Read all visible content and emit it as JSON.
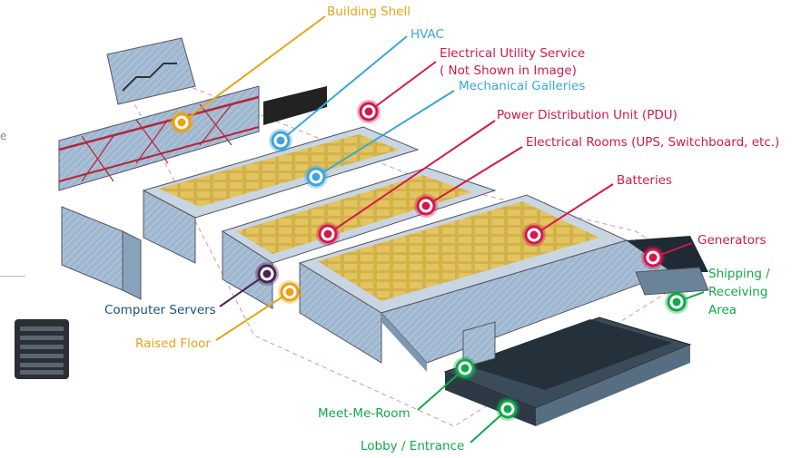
{
  "colors": {
    "orange": "#e8a317",
    "blue": "#3aa6db",
    "red": "#d2194c",
    "green": "#13a84a",
    "navy": "#1d4f7a",
    "darkpurple": "#4a2350"
  },
  "icons": {
    "thumbnail": "server-rack-icon",
    "marker": "target-ring-icon"
  },
  "callouts": [
    {
      "id": "building-shell",
      "label": "Building Shell",
      "color": "orange"
    },
    {
      "id": "hvac",
      "label": "HVAC",
      "color": "blue"
    },
    {
      "id": "electrical-utility-service",
      "label": "Electrical Utility Service",
      "color": "red"
    },
    {
      "id": "not-shown",
      "label": "( Not Shown in Image)",
      "color": "red"
    },
    {
      "id": "mechanical-galleries",
      "label": "Mechanical Galleries",
      "color": "blue"
    },
    {
      "id": "pdu",
      "label": "Power Distribution Unit (PDU)",
      "color": "red"
    },
    {
      "id": "electrical-rooms",
      "label": "Electrical Rooms (UPS, Switchboard, etc.)",
      "color": "red"
    },
    {
      "id": "batteries",
      "label": "Batteries",
      "color": "red"
    },
    {
      "id": "generators",
      "label": "Generators",
      "color": "red"
    },
    {
      "id": "shipping",
      "label": "Shipping / Receiving Area",
      "color": "green"
    },
    {
      "id": "computer-servers",
      "label": "Computer Servers",
      "color": "navy"
    },
    {
      "id": "raised-floor",
      "label": "Raised Floor",
      "color": "orange"
    },
    {
      "id": "meet-me-room",
      "label": "Meet-Me-Room",
      "color": "green"
    },
    {
      "id": "lobby",
      "label": "Lobby / Entrance",
      "color": "green"
    }
  ],
  "side_text": "e"
}
